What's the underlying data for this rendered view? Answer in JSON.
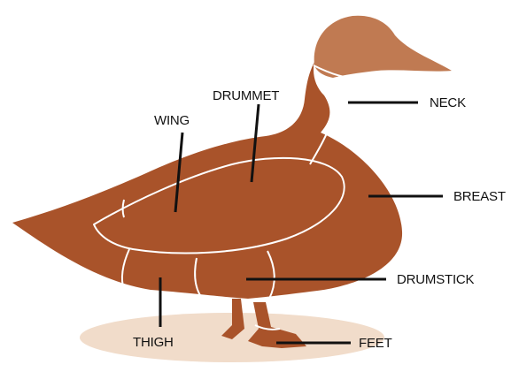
{
  "labels": {
    "drummet": "DRUMMET",
    "wing": "WING",
    "neck": "NECK",
    "breast": "BREAST",
    "drumstick": "DRUMSTICK",
    "thigh": "THIGH",
    "feet": "FEET"
  },
  "colors": {
    "body": "#a9532a",
    "head": "#c07a52",
    "ground": "#f1dcca",
    "seam": "#ffffff",
    "leader": "#111111"
  }
}
